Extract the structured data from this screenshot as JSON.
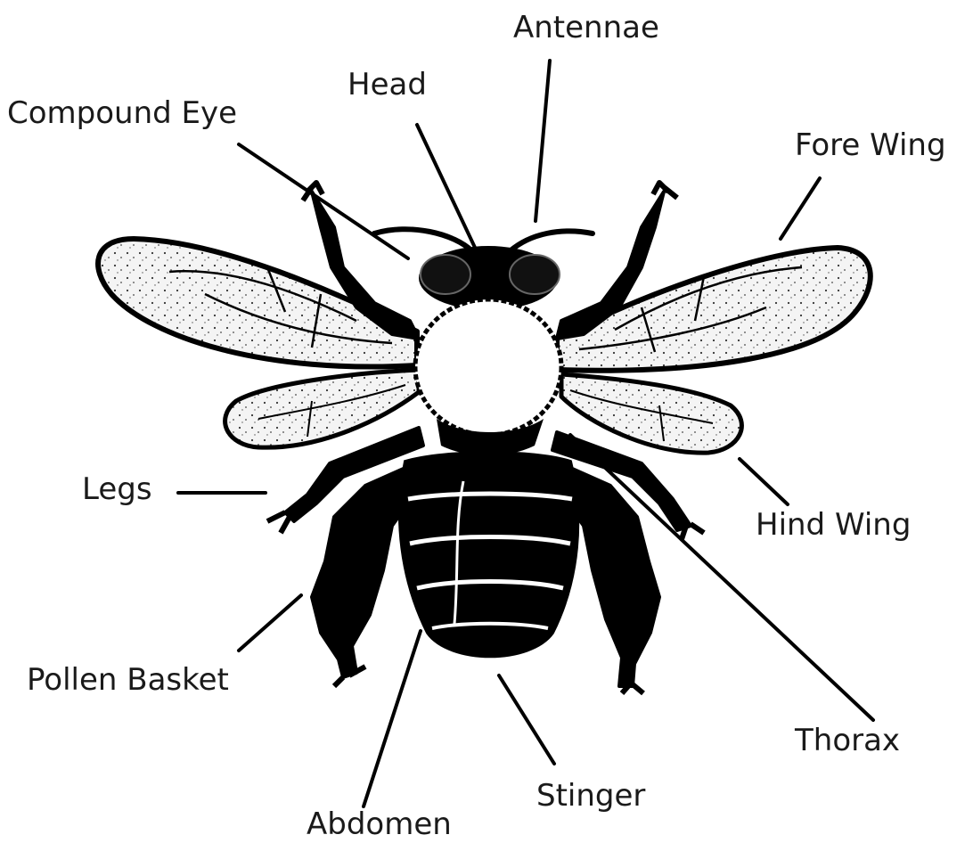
{
  "labels": {
    "antennae": "Antennae",
    "head": "Head",
    "compound_eye": "Compound Eye",
    "fore_wing": "Fore Wing",
    "legs": "Legs",
    "hind_wing": "Hind Wing",
    "pollen_basket": "Pollen Basket",
    "thorax": "Thorax",
    "stinger": "Stinger",
    "abdomen": "Abdomen"
  },
  "colors": {
    "ink": "#000000",
    "wing_fill": "#f2f2f2",
    "thorax_fill": "#ffffff",
    "text": "#1a1a1a"
  }
}
